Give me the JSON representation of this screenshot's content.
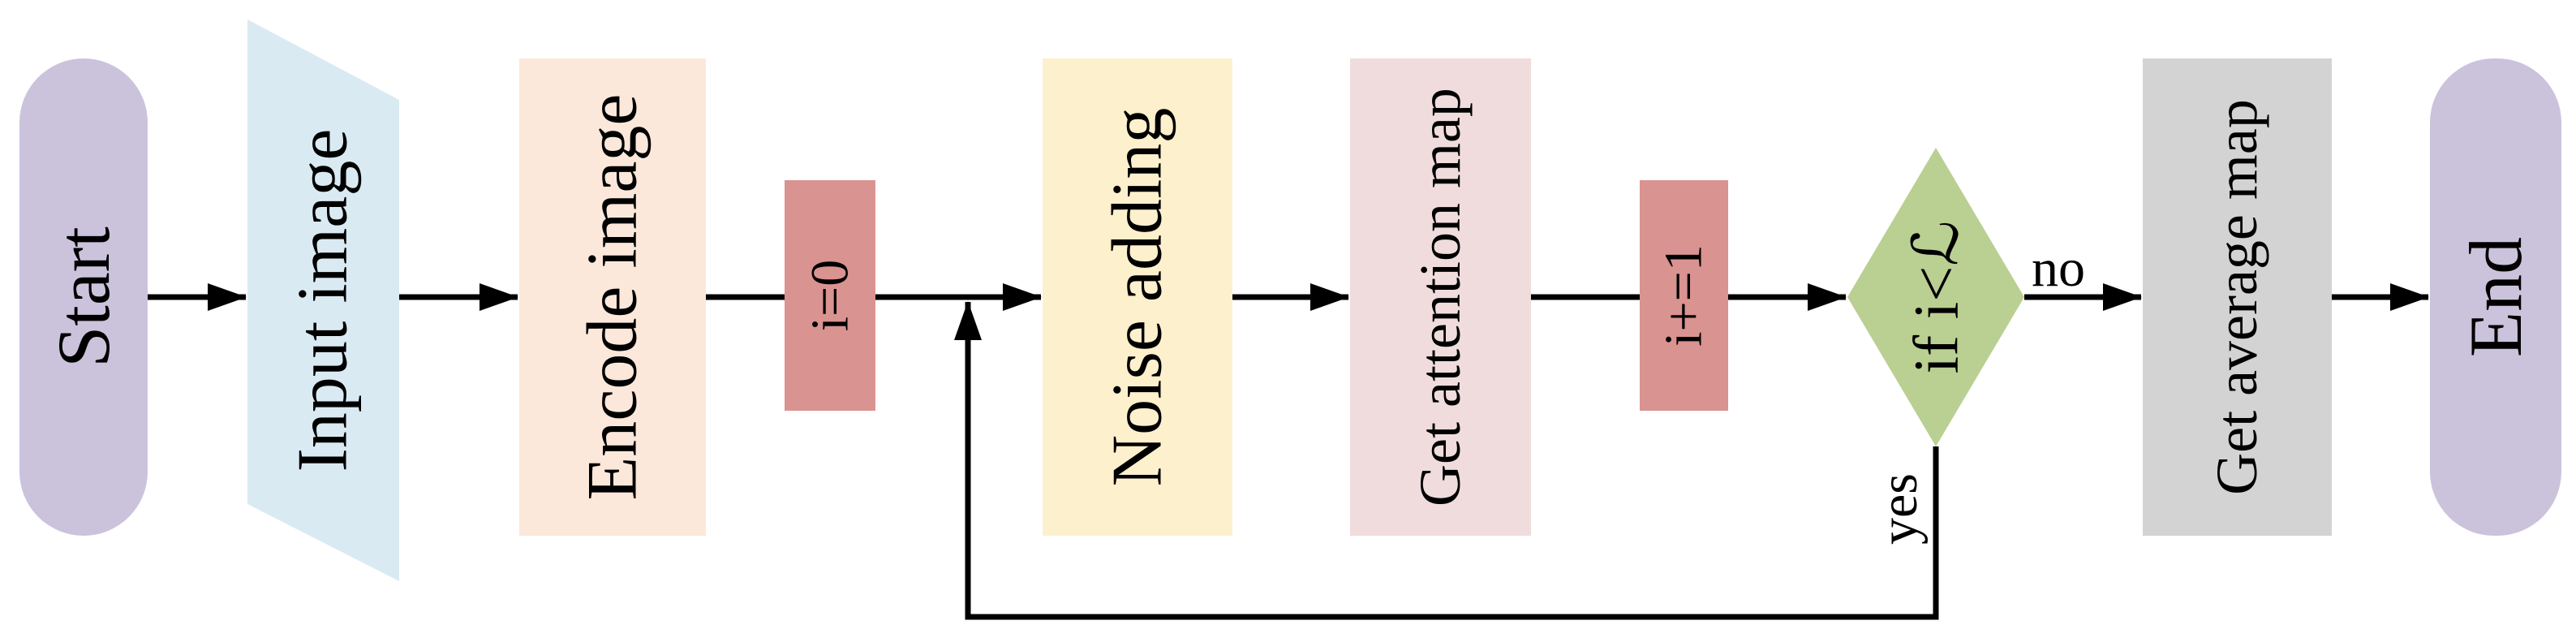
{
  "diagram": {
    "type": "flowchart",
    "orientation": "left-to-right",
    "line_color": "#000000",
    "nodes": {
      "start": {
        "label": "Start",
        "shape": "terminator",
        "fill": "#CBC3DC"
      },
      "input_image": {
        "label": "Input image",
        "shape": "parallelogram",
        "fill": "#DAEAF2"
      },
      "encode_image": {
        "label": "Encode image",
        "shape": "process",
        "fill": "#FBE8DB"
      },
      "init_counter": {
        "label": "i=0",
        "shape": "process",
        "fill": "#D99390"
      },
      "noise_adding": {
        "label": "Noise adding",
        "shape": "process",
        "fill": "#FDF0CC"
      },
      "get_attention_map": {
        "label": "Get attention map",
        "shape": "process",
        "fill": "#F0DCDC"
      },
      "increment_counter": {
        "label": "i+=1",
        "shape": "process",
        "fill": "#D99390"
      },
      "loop_condition": {
        "label": "if i<ℒ",
        "shape": "decision",
        "fill": "#BACF92"
      },
      "get_average_map": {
        "label": "Get average map",
        "shape": "process",
        "fill": "#D3D3D3"
      },
      "end": {
        "label": "End",
        "shape": "terminator",
        "fill": "#CBC3DC"
      }
    },
    "edges": {
      "no_label": "no",
      "yes_label": "yes"
    }
  }
}
